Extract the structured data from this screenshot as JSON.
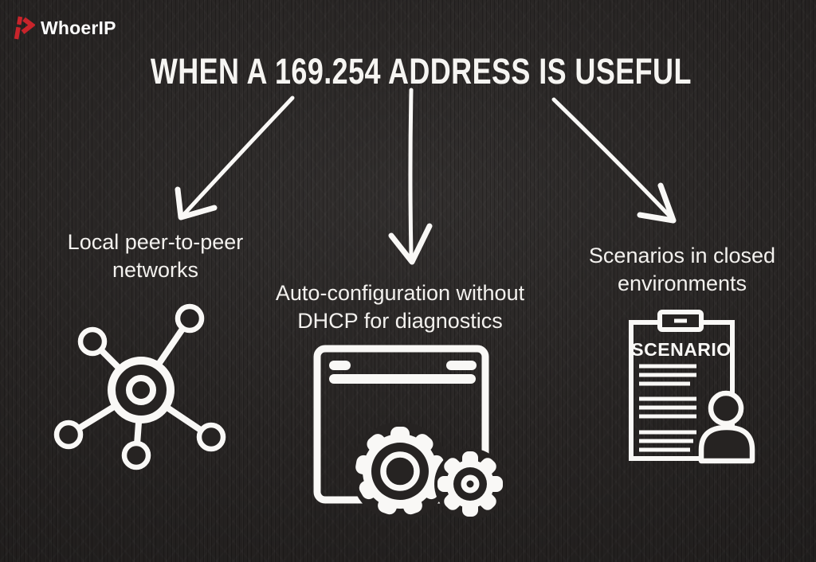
{
  "brand": {
    "name": "WhoerIP"
  },
  "title": "WHEN A 169.254 ADDRESS IS USEFUL",
  "sections": [
    {
      "line1": "Local peer-to-peer",
      "line2": "networks",
      "icon": "network-hub-icon"
    },
    {
      "line1": "Auto-configuration without",
      "line2": "DHCP for diagnostics",
      "icon": "browser-gears-icon"
    },
    {
      "line1": "Scenarios in closed",
      "line2": "environments",
      "icon": "clipboard-scenario-icon"
    }
  ],
  "clipboard_text": "SCENARIO",
  "colors": {
    "background": "#272423",
    "accent_red": "#c8242b",
    "line_white": "#f9f8f6",
    "text_white": "#f3f1ee"
  }
}
